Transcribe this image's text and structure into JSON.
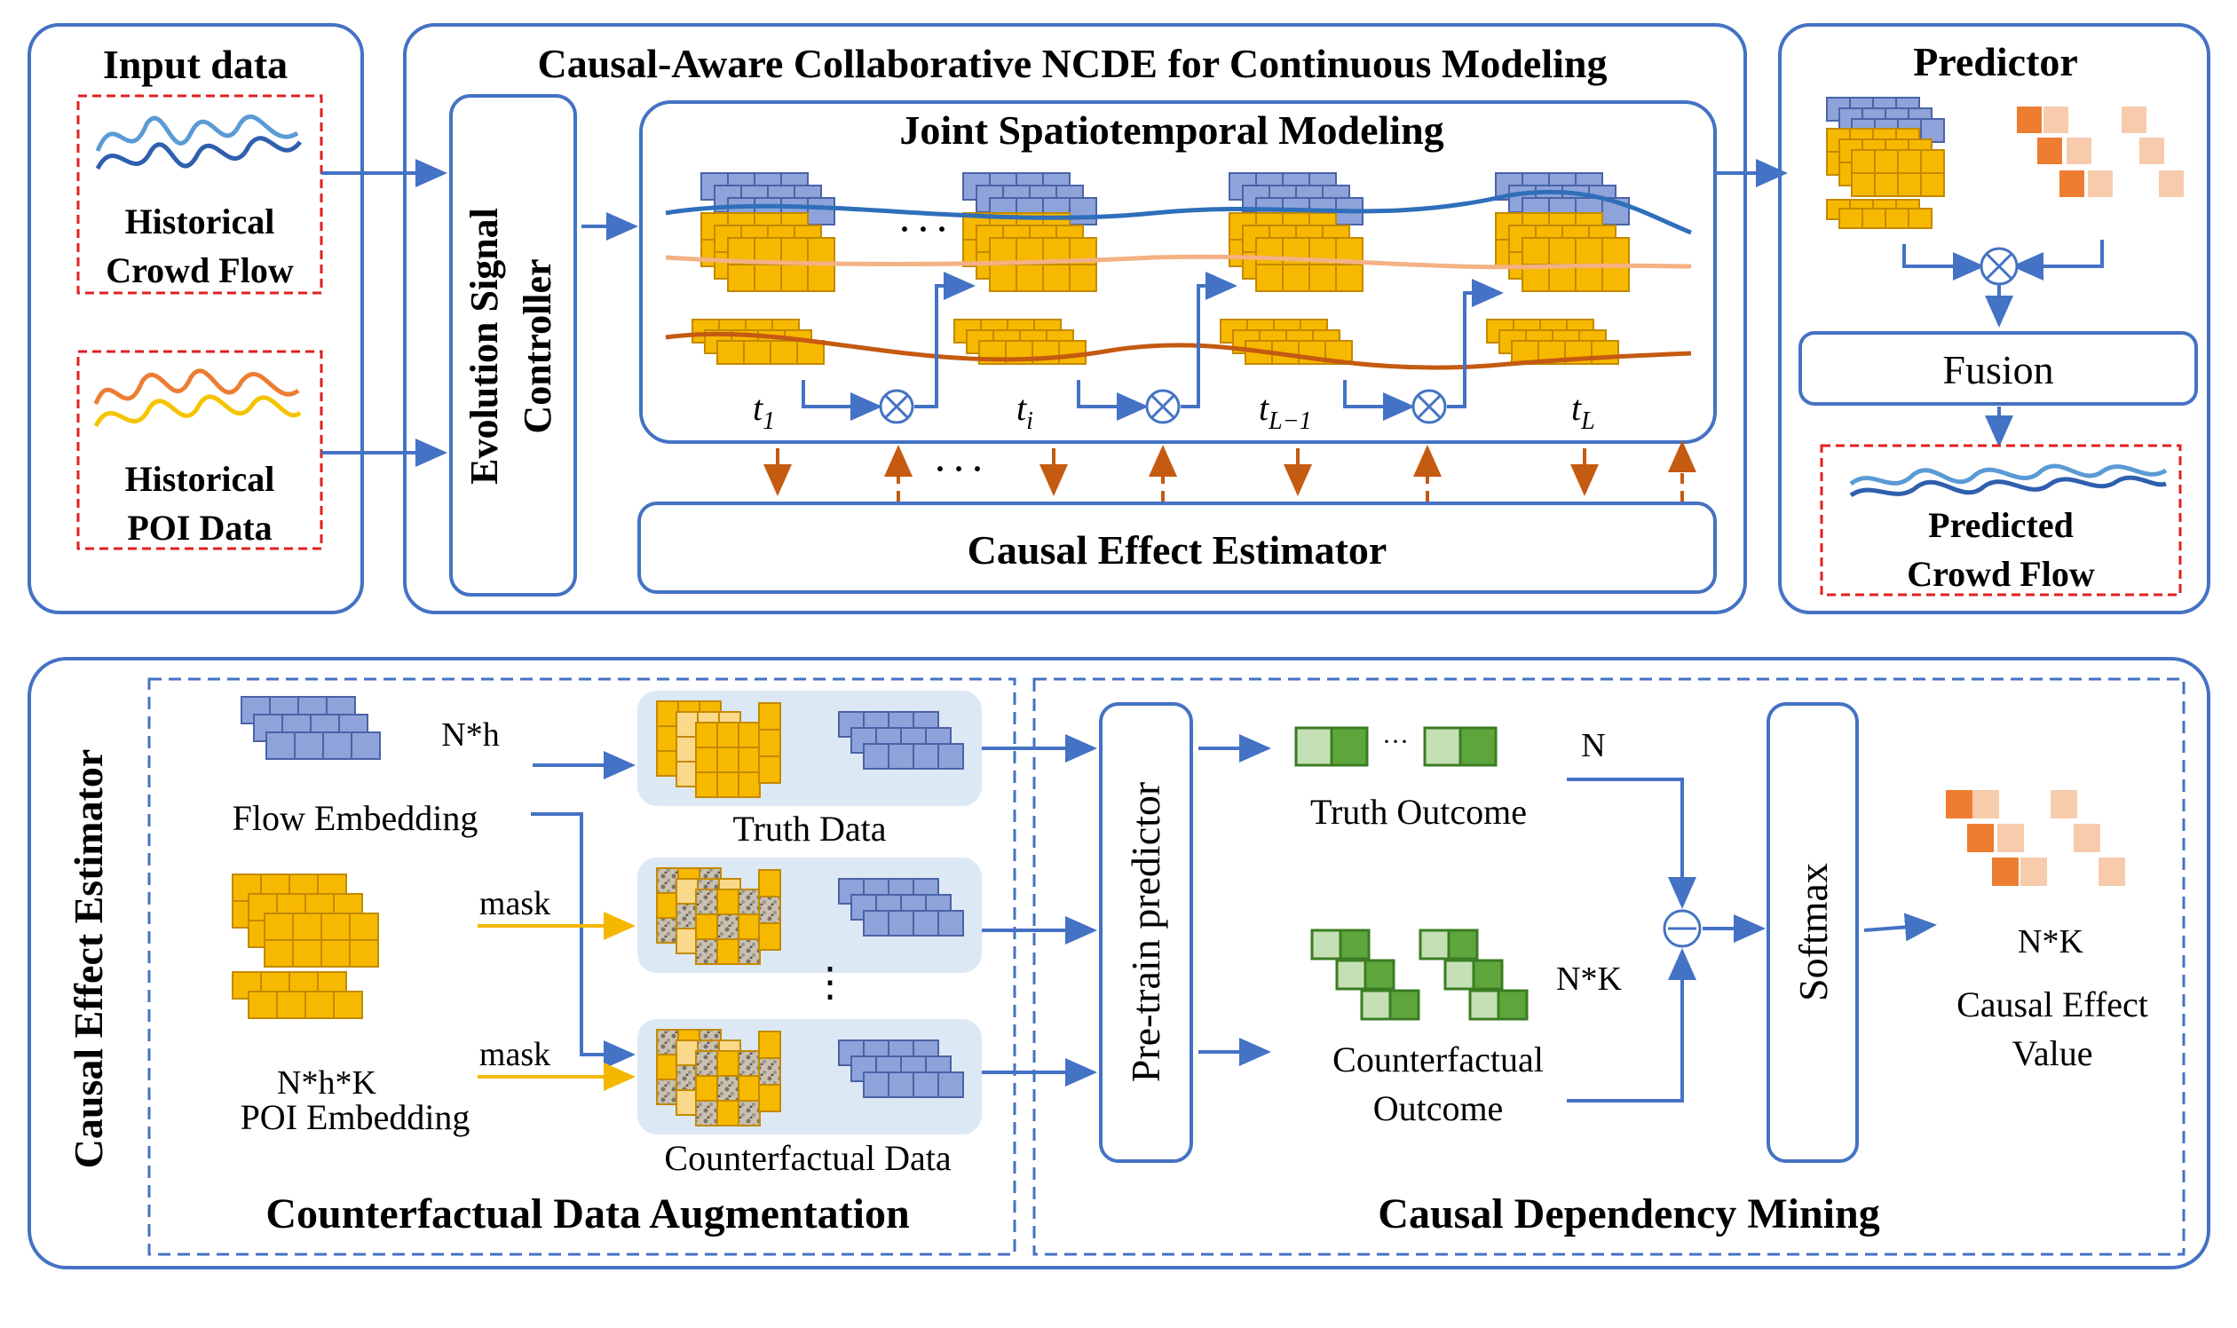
{
  "colors": {
    "box_border": "#4472c4",
    "dashed_red": "#e02020",
    "arrow_blue": "#4472c4",
    "arrow_orange": "#c55a11",
    "mask_arrow": "#f5b800",
    "flow_block": "#8ea3d9",
    "poi_block": "#f7b800",
    "poi_light": "#fbd98a",
    "green_dark": "#5ea63c",
    "green_light": "#c5e0b4",
    "effect_dark": "#ed7d31",
    "effect_light": "#f8cbad",
    "panel_fill": "#dde8f5"
  },
  "top": {
    "input_data": {
      "title": "Input data",
      "crowd_flow_line1": "Historical",
      "crowd_flow_line2": "Crowd Flow",
      "poi_line1": "Historical",
      "poi_line2": "POI Data"
    },
    "ncde": {
      "title": "Causal-Aware Collaborative NCDE for Continuous Modeling",
      "controller_line1": "Evolution Signal",
      "controller_line2": "Controller",
      "joint_title": "Joint Spatiotemporal Modeling",
      "time_steps": [
        {
          "base": "t",
          "sub": "1"
        },
        {
          "base": "t",
          "sub": "i"
        },
        {
          "base": "t",
          "sub": "L−1"
        },
        {
          "base": "t",
          "sub": "L"
        }
      ],
      "ellipsis": "· · ·",
      "estimator_label": "Causal Effect Estimator"
    },
    "predictor": {
      "title": "Predictor",
      "fusion_label": "Fusion",
      "predicted_line1": "Predicted",
      "predicted_line2": "Crowd Flow"
    }
  },
  "bottom": {
    "side_title": "Causal Effect Estimator",
    "augmentation": {
      "title": "Counterfactual Data Augmentation",
      "flow_embedding": "Flow Embedding",
      "flow_dim": "N*h",
      "poi_dim": "N*h*K",
      "poi_embedding": "POI Embedding",
      "mask_label_1": "mask",
      "mask_label_2": "mask",
      "truth_data": "Truth Data",
      "counterfactual_data": "Counterfactual Data",
      "vdots": "⋮"
    },
    "mining": {
      "title": "Causal Dependency Mining",
      "pretrain": "Pre-train predictor",
      "truth_outcome": "Truth Outcome",
      "truth_dim": "N",
      "cf_outcome_line1": "Counterfactual",
      "cf_outcome_line2": "Outcome",
      "cf_dim": "N*K",
      "softmax": "Softmax",
      "effect_dim": "N*K",
      "effect_line1": "Causal Effect",
      "effect_line2": "Value"
    }
  }
}
